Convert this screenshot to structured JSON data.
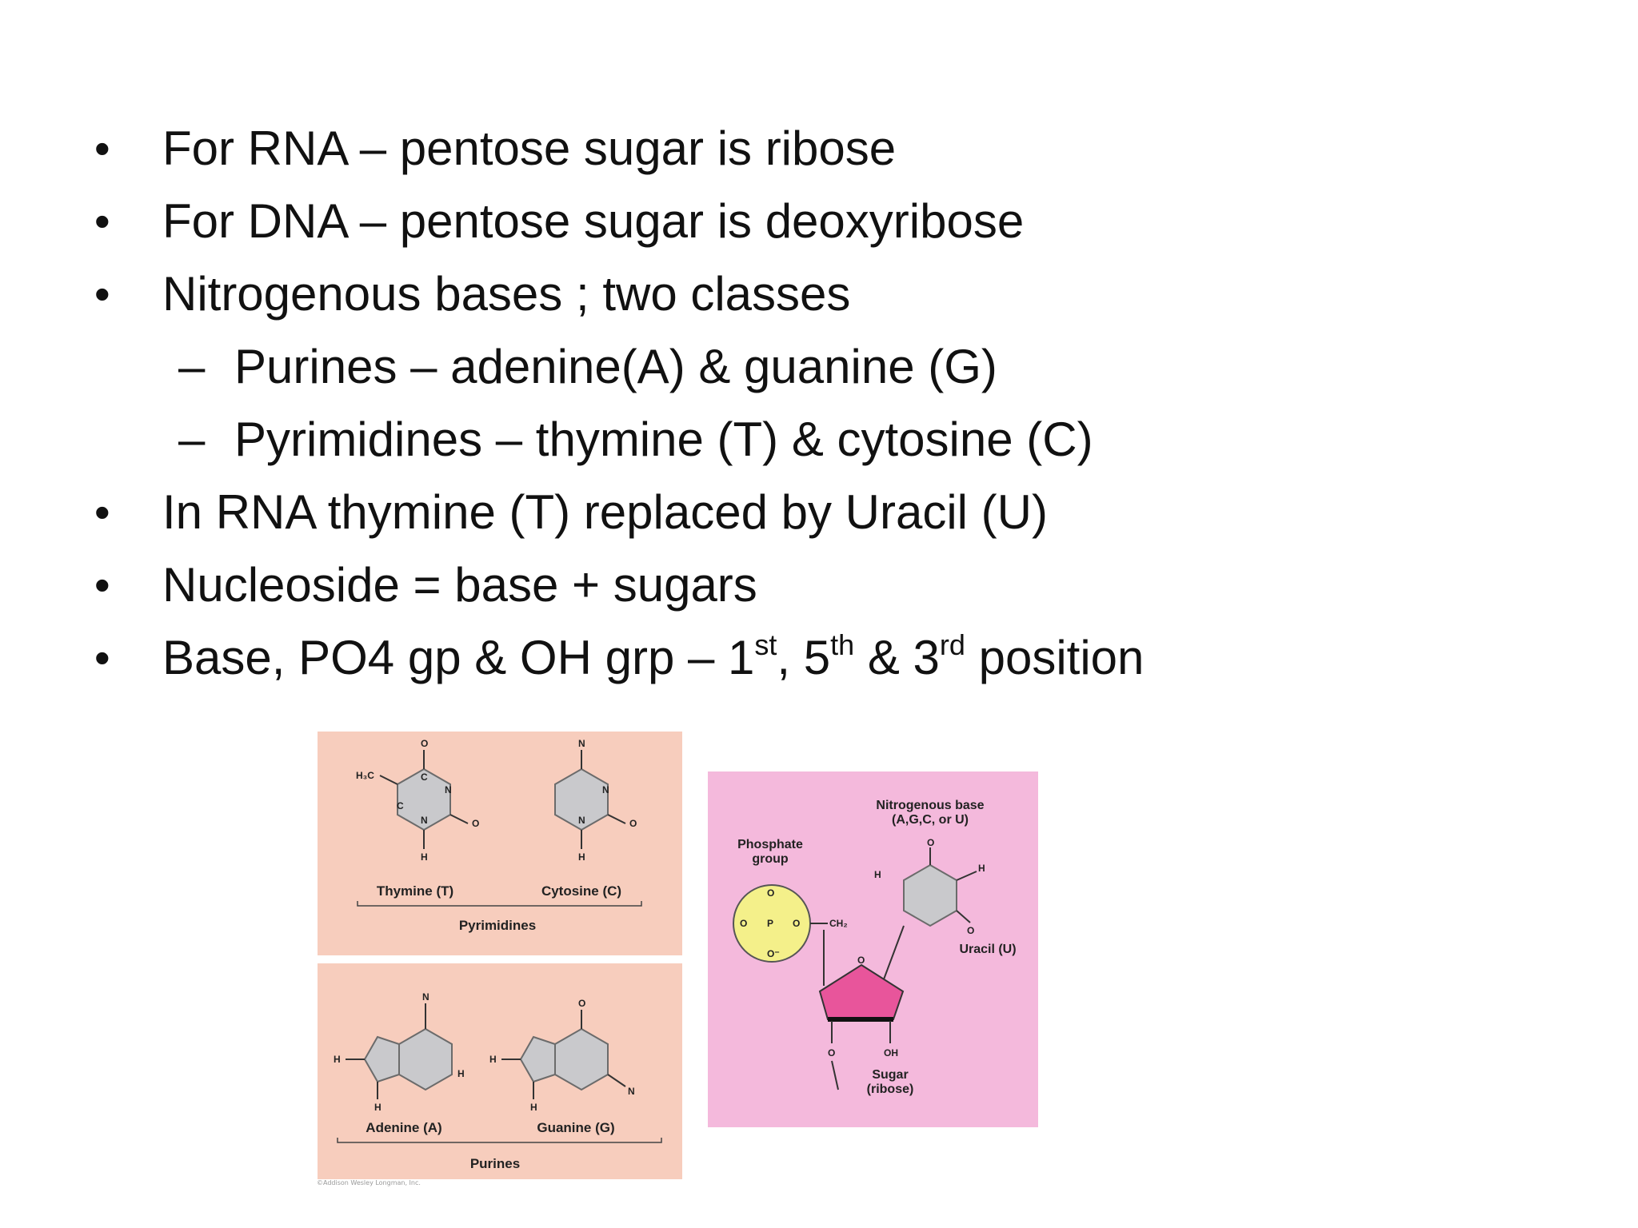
{
  "bullets": [
    {
      "level": 1,
      "text": "For RNA – pentose sugar is ribose"
    },
    {
      "level": 1,
      "text": "For DNA – pentose sugar is deoxyribose"
    },
    {
      "level": 1,
      "text": "Nitrogenous bases ; two classes"
    },
    {
      "level": 2,
      "dash": "–",
      "text": "Purines – adenine(A) & guanine (G)"
    },
    {
      "level": 2,
      "dash": "–",
      "text": "Pyrimidines – thymine (T) & cytosine (C)"
    },
    {
      "level": 1,
      "text": "In RNA thymine (T) replaced by Uracil (U)"
    },
    {
      "level": 1,
      "text": "Nucleoside = base + sugars"
    }
  ],
  "last_bullet": {
    "part1": "Base, PO4 gp & OH grp – 1",
    "sup1": "st",
    "part2": ", 5",
    "sup2": "th",
    "part3": " & 3",
    "sup3": "rd",
    "part4": " position"
  },
  "figure": {
    "pyrimidines": {
      "thymine_label": "Thymine (T)",
      "cytosine_label": "Cytosine (C)",
      "group_label": "Pyrimidines"
    },
    "purines": {
      "adenine_label": "Adenine (A)",
      "guanine_label": "Guanine (G)",
      "group_label": "Purines"
    },
    "nucleotide": {
      "base_label_line1": "Nitrogenous base",
      "base_label_line2": "(A,G,C, or U)",
      "phosphate_label_line1": "Phosphate",
      "phosphate_label_line2": "group",
      "uracil_label": "Uracil (U)",
      "sugar_label_line1": "Sugar",
      "sugar_label_line2": "(ribose)"
    },
    "credit": "©Addison Wesley Longman, Inc.",
    "colors": {
      "pyrimidine_panel": "#f7cdbd",
      "nucleotide_panel": "#f4b9dc",
      "ring_fill": "#c9c9cc",
      "phosphate_fill": "#f4f08a",
      "sugar_fill": "#e8559b"
    }
  }
}
